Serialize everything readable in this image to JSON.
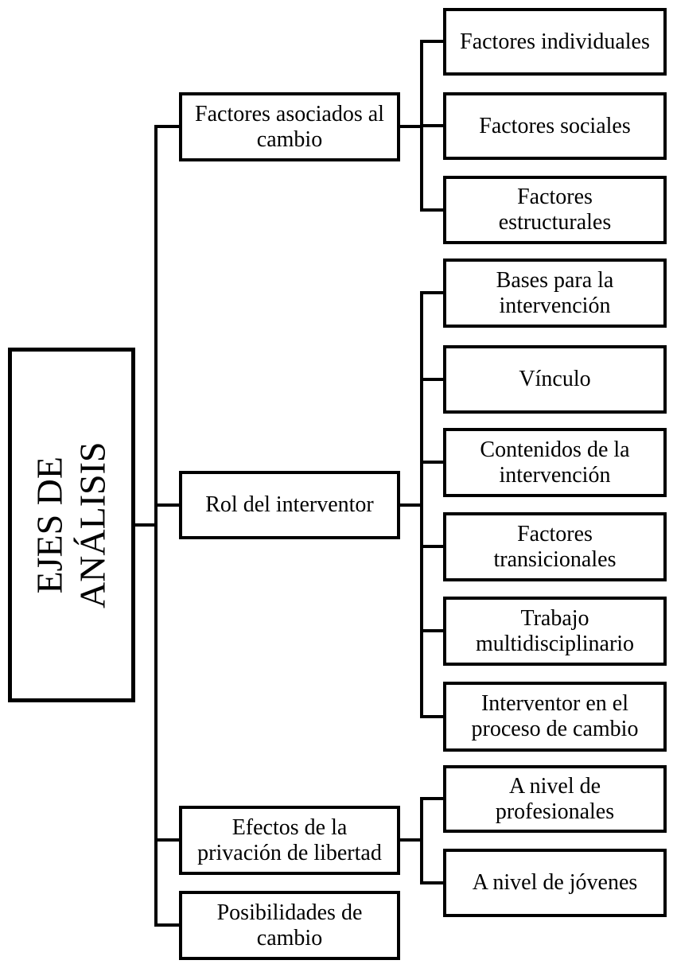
{
  "diagram": {
    "colors": {
      "line": "#000000",
      "background": "#ffffff",
      "text": "#000000"
    },
    "root": {
      "label": "EJES DE\nANÁLISIS"
    },
    "branches": [
      {
        "label": "Factores asociados al\ncambio",
        "children": [
          "Factores individuales",
          "Factores sociales",
          "Factores\nestructurales"
        ]
      },
      {
        "label": "Rol del interventor",
        "children": [
          "Bases para la\nintervención",
          "Vínculo",
          "Contenidos de la\nintervención",
          "Factores\ntransicionales",
          "Trabajo\nmultidisciplinario",
          "Interventor en el\nproceso de cambio"
        ]
      },
      {
        "label": "Efectos de la\nprivación de libertad",
        "children": [
          "A nivel de\nprofesionales",
          "A nivel de jóvenes"
        ]
      },
      {
        "label": "Posibilidades de\ncambio",
        "children": []
      }
    ]
  }
}
